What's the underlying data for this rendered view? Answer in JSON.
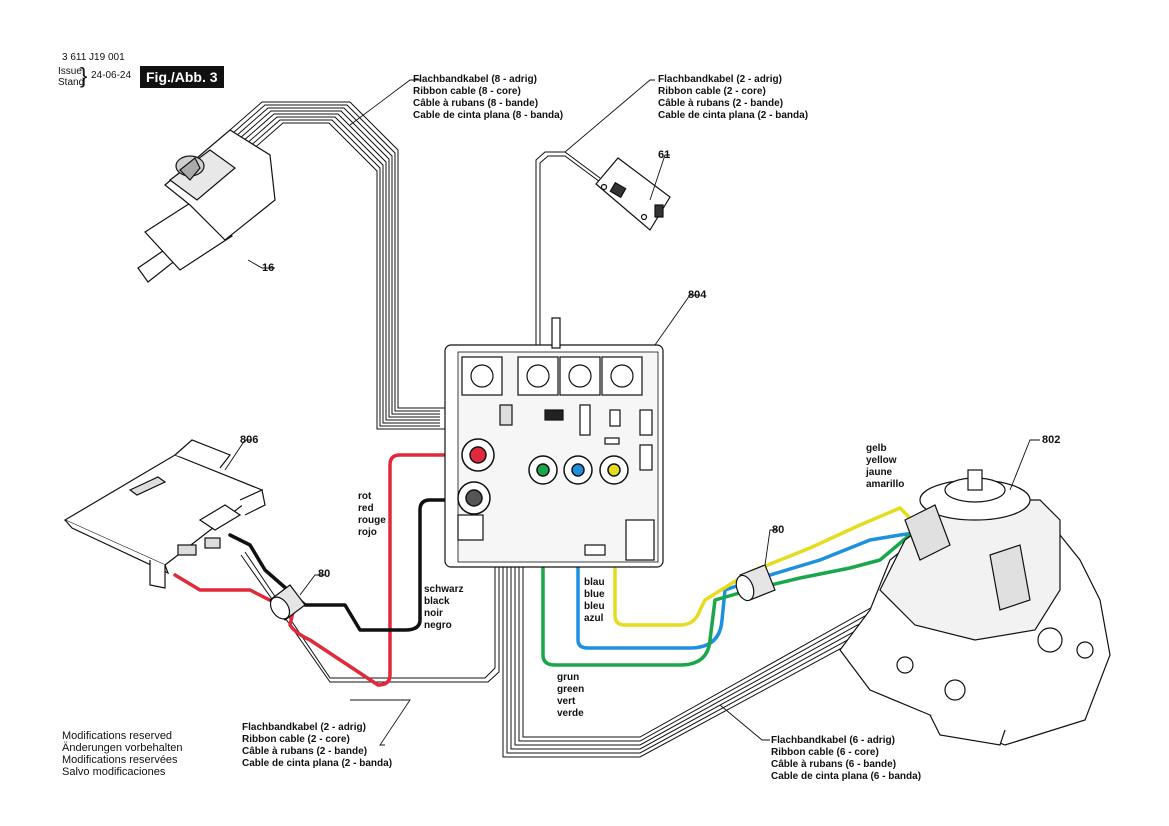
{
  "header": {
    "doc_number": "3 611 J19 001",
    "issue_label": "Issue",
    "stand_label": "Stand",
    "date": "24-06-24",
    "figure_label": "Fig./Abb. 3"
  },
  "parts": {
    "p16": "16",
    "p61": "61",
    "p804": "804",
    "p806": "806",
    "p802": "802",
    "p80_left": "80",
    "p80_right": "80"
  },
  "cables": {
    "ribbon8": [
      "Flachbandkabel (8 - adrig)",
      "Ribbon cable (8 - core)",
      "Câble à rubans (8 - bande)",
      "Cable de cinta plana (8 - banda)"
    ],
    "ribbon2_top": [
      "Flachbandkabel (2 - adrig)",
      "Ribbon cable (2 - core)",
      "Câble à rubans (2 - bande)",
      "Cable de cinta plana (2 - banda)"
    ],
    "ribbon2_bottom": [
      "Flachbandkabel (2 - adrig)",
      "Ribbon cable (2 - core)",
      "Câble à rubans (2 - bande)",
      "Cable de cinta plana (2 - banda)"
    ],
    "ribbon6": [
      "Flachbandkabel (6 - adrig)",
      "Ribbon cable (6 - core)",
      "Câble à rubans (6 - bande)",
      "Cable de cinta plana (6 - banda)"
    ]
  },
  "wire_colors": {
    "red": [
      "rot",
      "red",
      "rouge",
      "rojo"
    ],
    "black": [
      "schwarz",
      "black",
      "noir",
      "negro"
    ],
    "blue": [
      "blau",
      "blue",
      "bleu",
      "azul"
    ],
    "green": [
      "grun",
      "green",
      "vert",
      "verde"
    ],
    "yellow": [
      "gelb",
      "yellow",
      "jaune",
      "amarillo"
    ]
  },
  "colors": {
    "red_wire": "#e0293b",
    "black_wire": "#111111",
    "blue_wire": "#1e90e0",
    "green_wire": "#1aa64a",
    "yellow_wire": "#e6dc1e"
  },
  "footer": {
    "modifications": [
      "Modifications reserved",
      "Änderungen vorbehalten",
      "Modifications reservées",
      "Salvo modificaciones"
    ]
  }
}
